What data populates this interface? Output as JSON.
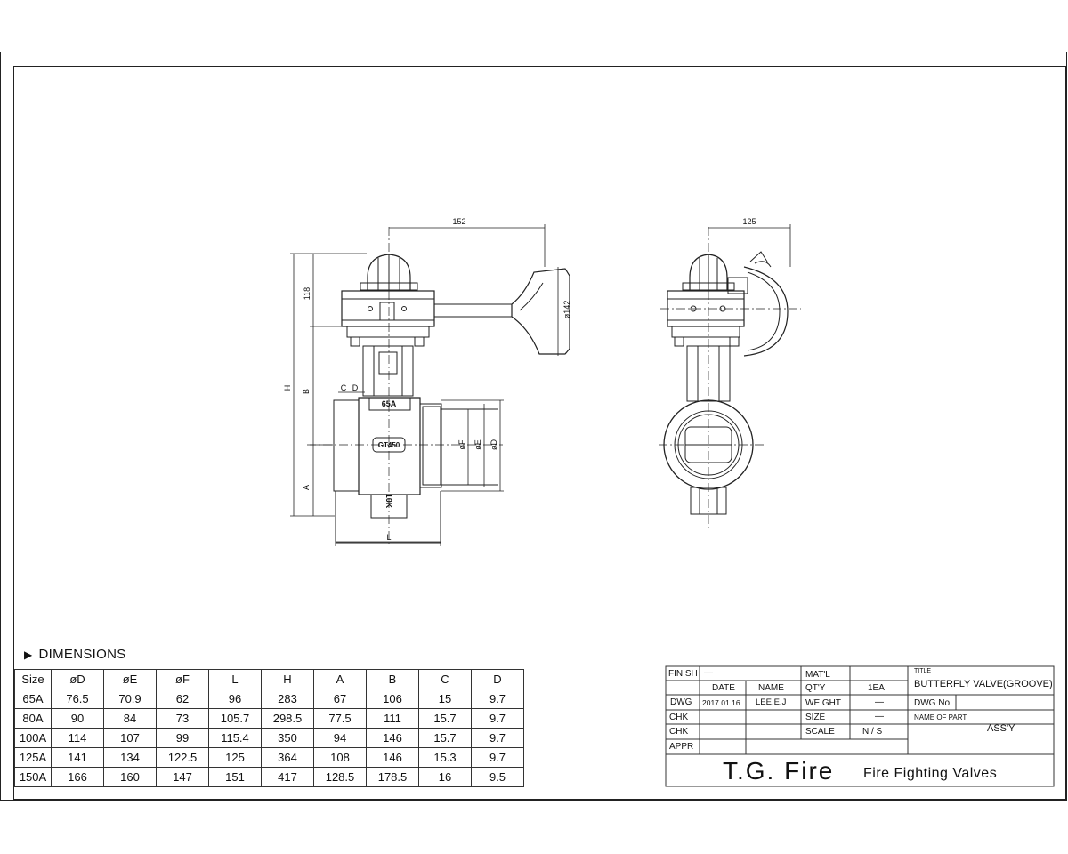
{
  "drawing": {
    "front_view": {
      "dim_width": "152",
      "dim_top": "118",
      "dim_handwheel": "ø142",
      "dim_H": "H",
      "dim_B": "B",
      "dim_A": "A",
      "dim_C": "C",
      "dim_D": "D",
      "dim_F": "øF",
      "dim_E": "øE",
      "dim_Dia": "øD",
      "dim_L": "L",
      "body_size": "65A",
      "body_model": "GT450",
      "body_rating": "10K"
    },
    "side_view": {
      "dim_width": "125"
    }
  },
  "dimensions": {
    "heading": "DIMENSIONS",
    "columns": [
      "Size",
      "øD",
      "øE",
      "øF",
      "L",
      "H",
      "A",
      "B",
      "C",
      "D"
    ],
    "rows": [
      [
        "65A",
        "76.5",
        "70.9",
        "62",
        "96",
        "283",
        "67",
        "106",
        "15",
        "9.7"
      ],
      [
        "80A",
        "90",
        "84",
        "73",
        "105.7",
        "298.5",
        "77.5",
        "111",
        "15.7",
        "9.7"
      ],
      [
        "100A",
        "114",
        "107",
        "99",
        "115.4",
        "350",
        "94",
        "146",
        "15.7",
        "9.7"
      ],
      [
        "125A",
        "141",
        "134",
        "122.5",
        "125",
        "364",
        "108",
        "146",
        "15.3",
        "9.7"
      ],
      [
        "150A",
        "166",
        "160",
        "147",
        "151",
        "417",
        "128.5",
        "178.5",
        "16",
        "9.5"
      ]
    ]
  },
  "title_block": {
    "finish_label": "FINISH",
    "finish_value": "—",
    "date_label": "DATE",
    "name_label": "NAME",
    "dwg_label": "DWG",
    "dwg_date": "2017.01.16",
    "dwg_name": "LEE.E.J",
    "chk1_label": "CHK",
    "chk2_label": "CHK",
    "appr_label": "APPR",
    "matl_label": "MAT'L",
    "qty_label": "QT'Y",
    "qty_value": "1EA",
    "weight_label": "WEIGHT",
    "weight_value": "—",
    "size_label": "SIZE",
    "size_value": "—",
    "scale_label": "SCALE",
    "scale_value": "N / S",
    "title_label": "TITLE",
    "title_value": "BUTTERFLY VALVE(GROOVE)",
    "dwgno_label": "DWG No.",
    "part_label": "NAME OF PART",
    "part_value": "ASS'Y",
    "company": "T.G. Fire",
    "company_sub": "Fire Fighting Valves"
  }
}
